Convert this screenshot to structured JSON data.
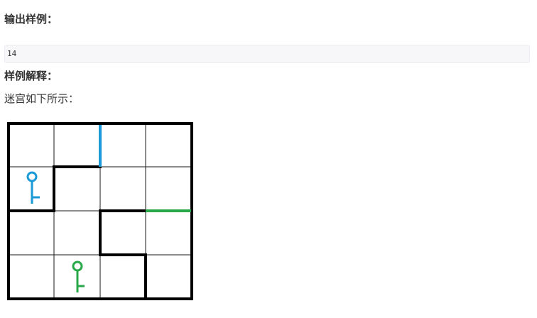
{
  "sections": {
    "output_title": "输出样例：",
    "output_value": "14",
    "explain_title": "样例解释：",
    "explain_text": "迷宫如下所示："
  },
  "maze": {
    "rows": 4,
    "cols": 4,
    "colors": {
      "grid": "#1a1a1a",
      "wall": "#000000",
      "blue": "#1a9ad6",
      "green": "#29a84a"
    }
  }
}
